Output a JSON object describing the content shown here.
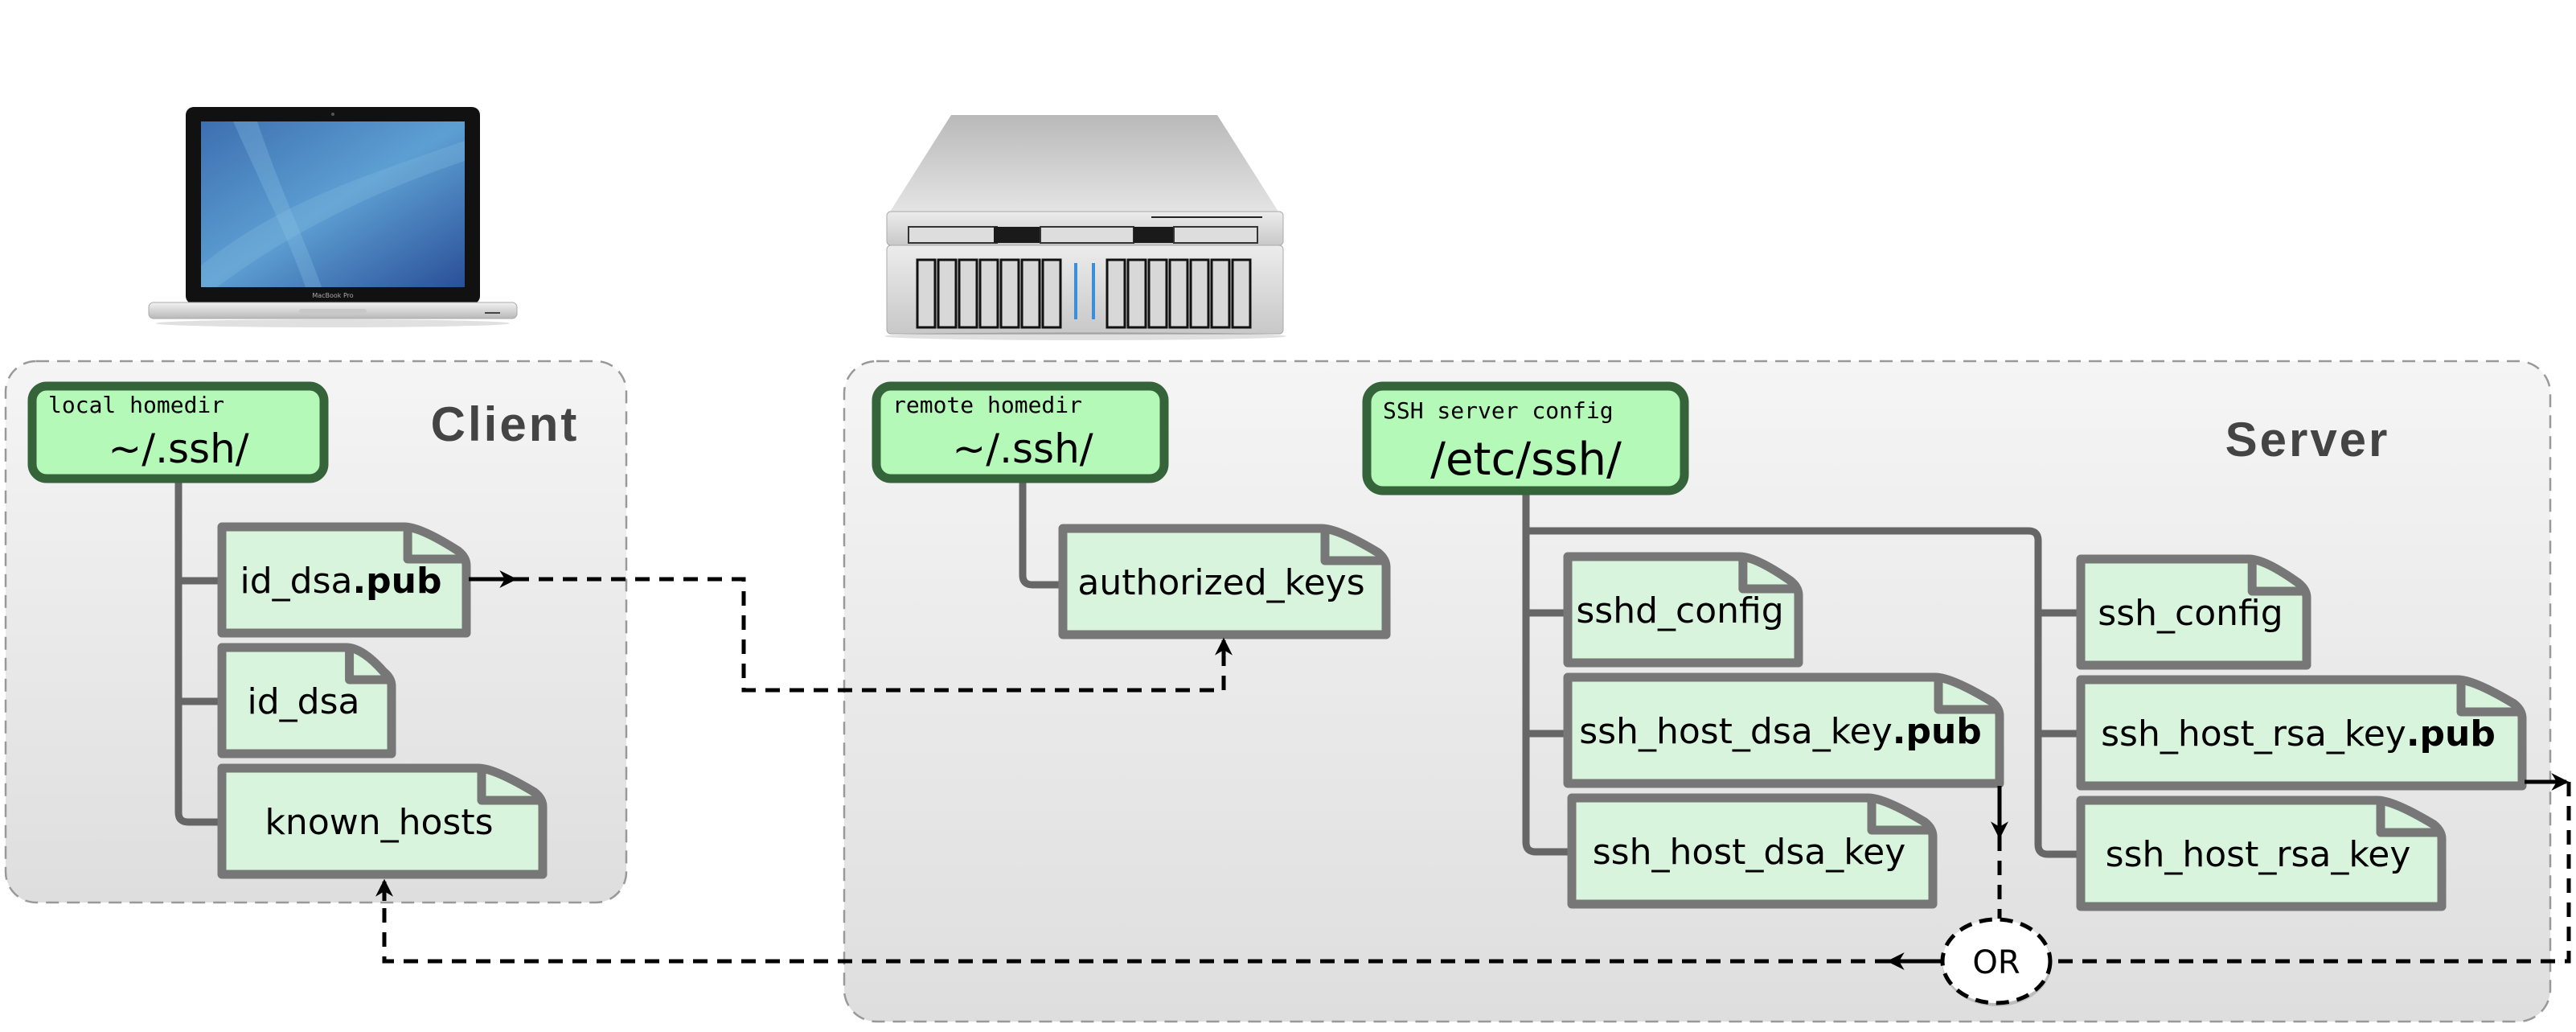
{
  "colors": {
    "dir_fill": "#b5f9b8",
    "dir_stroke": "#35643a",
    "file_fill": "#d8f4dd",
    "file_stroke": "#777777",
    "tree_line": "#666666",
    "region_label": "#444444",
    "arrow": "#000000"
  },
  "client": {
    "label": "Client",
    "device": "laptop",
    "device_brand_text": "MacBook Pro",
    "directory": {
      "caption": "local homedir",
      "path": "~/.ssh/"
    },
    "files": [
      {
        "name": "id_dsa",
        "ext": ".pub"
      },
      {
        "name": "id_dsa",
        "ext": ""
      },
      {
        "name": "known_hosts",
        "ext": ""
      }
    ]
  },
  "server": {
    "label": "Server",
    "device": "rack-server",
    "remote_directory": {
      "caption": "remote homedir",
      "path": "~/.ssh/"
    },
    "remote_files": [
      {
        "name": "authorized_keys",
        "ext": ""
      }
    ],
    "config_directory": {
      "caption": "SSH server config",
      "path": "/etc/ssh/"
    },
    "config_files_left": [
      {
        "name": "sshd_config",
        "ext": ""
      },
      {
        "name": "ssh_host_dsa_key",
        "ext": ".pub"
      },
      {
        "name": "ssh_host_dsa_key",
        "ext": ""
      }
    ],
    "config_files_right": [
      {
        "name": "ssh_config",
        "ext": ""
      },
      {
        "name": "ssh_host_rsa_key",
        "ext": ".pub"
      },
      {
        "name": "ssh_host_rsa_key",
        "ext": ""
      }
    ]
  },
  "connectors": {
    "or_label": "OR",
    "flows": [
      {
        "from": "client id_dsa.pub",
        "to": "server authorized_keys",
        "style": "dashed"
      },
      {
        "from": "server ssh_host_dsa_key.pub",
        "to": "OR",
        "style": "dashed"
      },
      {
        "from": "server ssh_host_rsa_key.pub",
        "to": "OR",
        "style": "dashed"
      },
      {
        "from": "OR",
        "to": "client known_hosts",
        "style": "dashed"
      }
    ]
  }
}
